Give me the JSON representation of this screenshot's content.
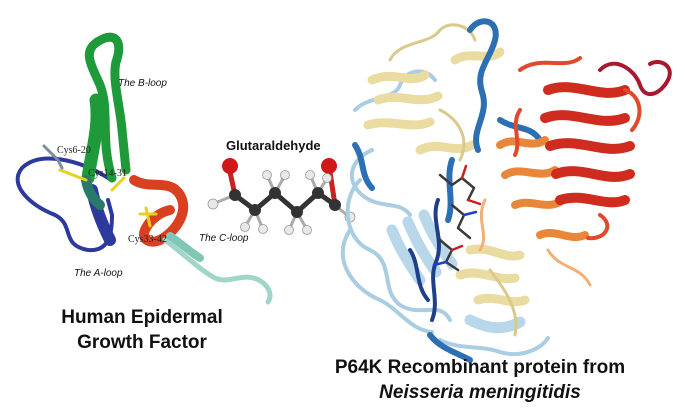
{
  "egf": {
    "loops": {
      "b": "The B-loop",
      "a": "The A-loop",
      "c": "The C-loop"
    },
    "bonds": [
      "Cys6-20",
      "Cys14-31",
      "Cys33-42"
    ],
    "title_line1": "Human Epidermal",
    "title_line2": "Growth Factor"
  },
  "glutaraldehyde": {
    "name": "Glutaraldehyde"
  },
  "p64k": {
    "title_line1": "P64K Recombinant protein from",
    "title_line2": "Neisseria meningitidis"
  },
  "colors": {
    "a_loop": "#2b3a9c",
    "b_loop": "#1f9a3a",
    "c_loop": "#d9401f",
    "tail": "#9fd6c8",
    "disulfide": "#e7d21b",
    "oxygen": "#d01818",
    "carbon": "#333333",
    "hydrogen": "#e8e8e8",
    "p64k_yellow": "#eadba0",
    "p64k_lightblue": "#a9cde2",
    "p64k_blue": "#2c6fb2",
    "p64k_orange": "#e8873a",
    "p64k_red": "#cf2b1e",
    "p64k_darkred": "#a8182e"
  }
}
